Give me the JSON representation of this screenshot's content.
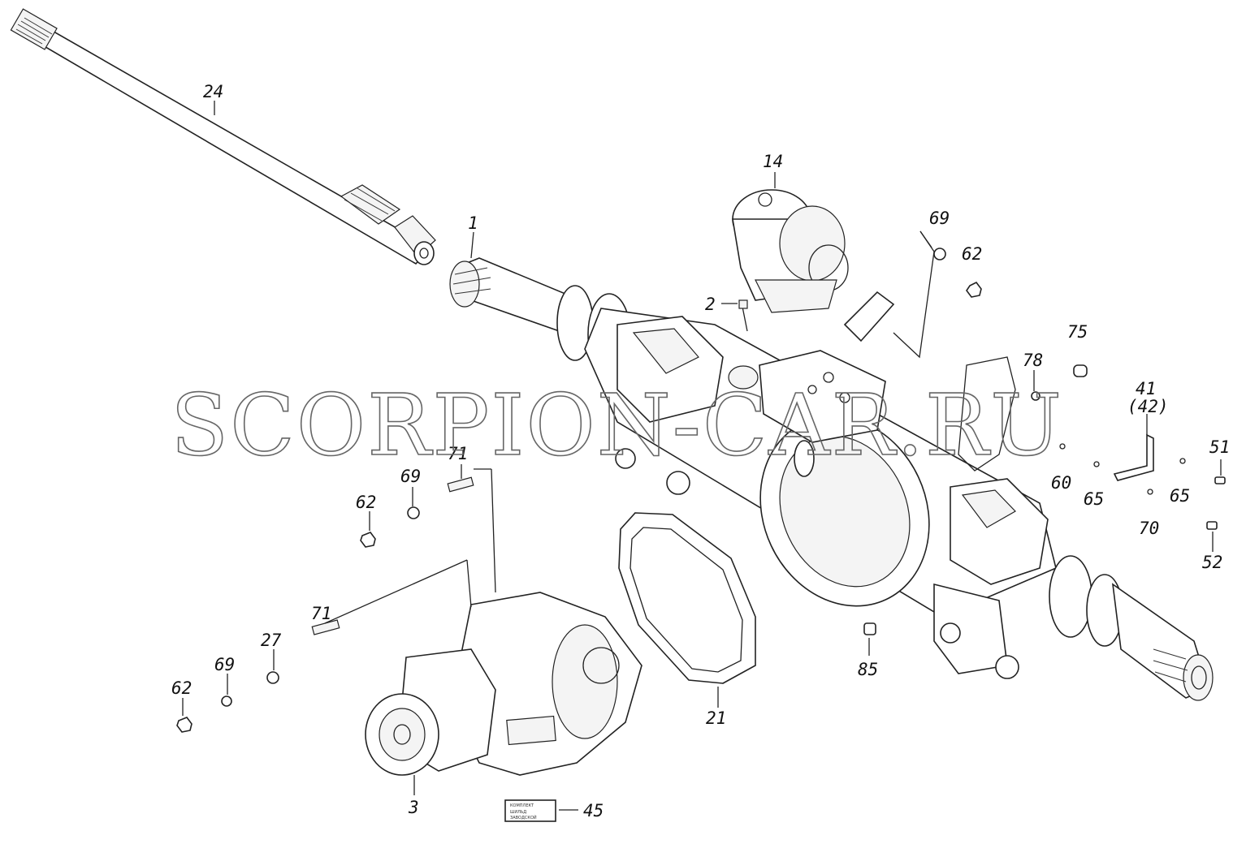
{
  "watermark": "SCORPION-CAR.RU",
  "plate_text": {
    "line1": "КОМПЛЕКТ",
    "line2": "ШИЛЬД",
    "line3": "ЗАВОДСКОЙ"
  },
  "callouts": [
    {
      "id": "24",
      "label": "24"
    },
    {
      "id": "1",
      "label": "1"
    },
    {
      "id": "14",
      "label": "14"
    },
    {
      "id": "2",
      "label": "2"
    },
    {
      "id": "69a",
      "label": "69"
    },
    {
      "id": "62a",
      "label": "62"
    },
    {
      "id": "75",
      "label": "75"
    },
    {
      "id": "78",
      "label": "78"
    },
    {
      "id": "41",
      "label": "41"
    },
    {
      "id": "42",
      "label": "(42)"
    },
    {
      "id": "51",
      "label": "51"
    },
    {
      "id": "60",
      "label": "60"
    },
    {
      "id": "65a",
      "label": "65"
    },
    {
      "id": "65b",
      "label": "65"
    },
    {
      "id": "70",
      "label": "70"
    },
    {
      "id": "52",
      "label": "52"
    },
    {
      "id": "71a",
      "label": "71"
    },
    {
      "id": "69b",
      "label": "69"
    },
    {
      "id": "62b",
      "label": "62"
    },
    {
      "id": "71b",
      "label": "71"
    },
    {
      "id": "27",
      "label": "27"
    },
    {
      "id": "69c",
      "label": "69"
    },
    {
      "id": "62c",
      "label": "62"
    },
    {
      "id": "85",
      "label": "85"
    },
    {
      "id": "21",
      "label": "21"
    },
    {
      "id": "3",
      "label": "3"
    },
    {
      "id": "45",
      "label": "45"
    }
  ]
}
